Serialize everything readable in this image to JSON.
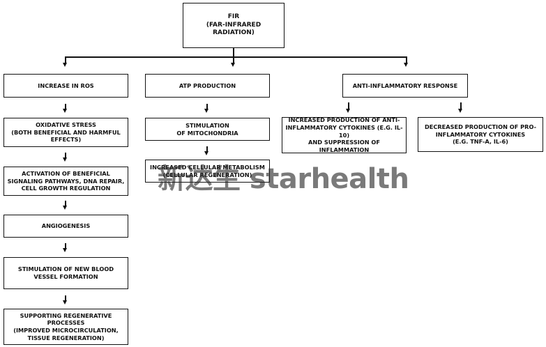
{
  "root": {
    "label": "FIR\n(FAR-INFRARED\nRADIATION)"
  },
  "branches": [
    {
      "label": "INCREASE IN ROS",
      "children": [
        "OXIDATIVE STRESS\n(BOTH BENEFICIAL AND HARMFUL\nEFFECTS)",
        "ACTIVATION OF BENEFICIAL\nSIGNALING PATHWAYS, DNA REPAIR,\nCELL GROWTH REGULATION",
        "ANGIOGENESIS",
        "STIMULATION OF NEW BLOOD\nVESSEL FORMATION",
        "SUPPORTING REGENERATIVE\nPROCESSES\n(IMPROVED MICROCIRCULATION,\nTISSUE REGENERATION)"
      ]
    },
    {
      "label": "ATP PRODUCTION",
      "children": [
        "STIMULATION\nOF MITOCHONDRIA",
        "INCREASED CELLULAR METABOLISM\n(CELLULAR REGENERATION)"
      ]
    },
    {
      "label": "ANTI-INFLAMMATORY RESPONSE",
      "children": [
        "INCREASED PRODUCTION OF ANTI-\nINFLAMMATORY CYTOKINES (E.G. IL-10)\nAND SUPPRESSION OF INFLAMMATION",
        "DECREASED PRODUCTION OF PRO-\nINFLAMMATORY CYTOKINES\n(E.G. TNF-A, IL-6)"
      ]
    }
  ],
  "watermark": {
    "text": "新达生 starhealth"
  }
}
